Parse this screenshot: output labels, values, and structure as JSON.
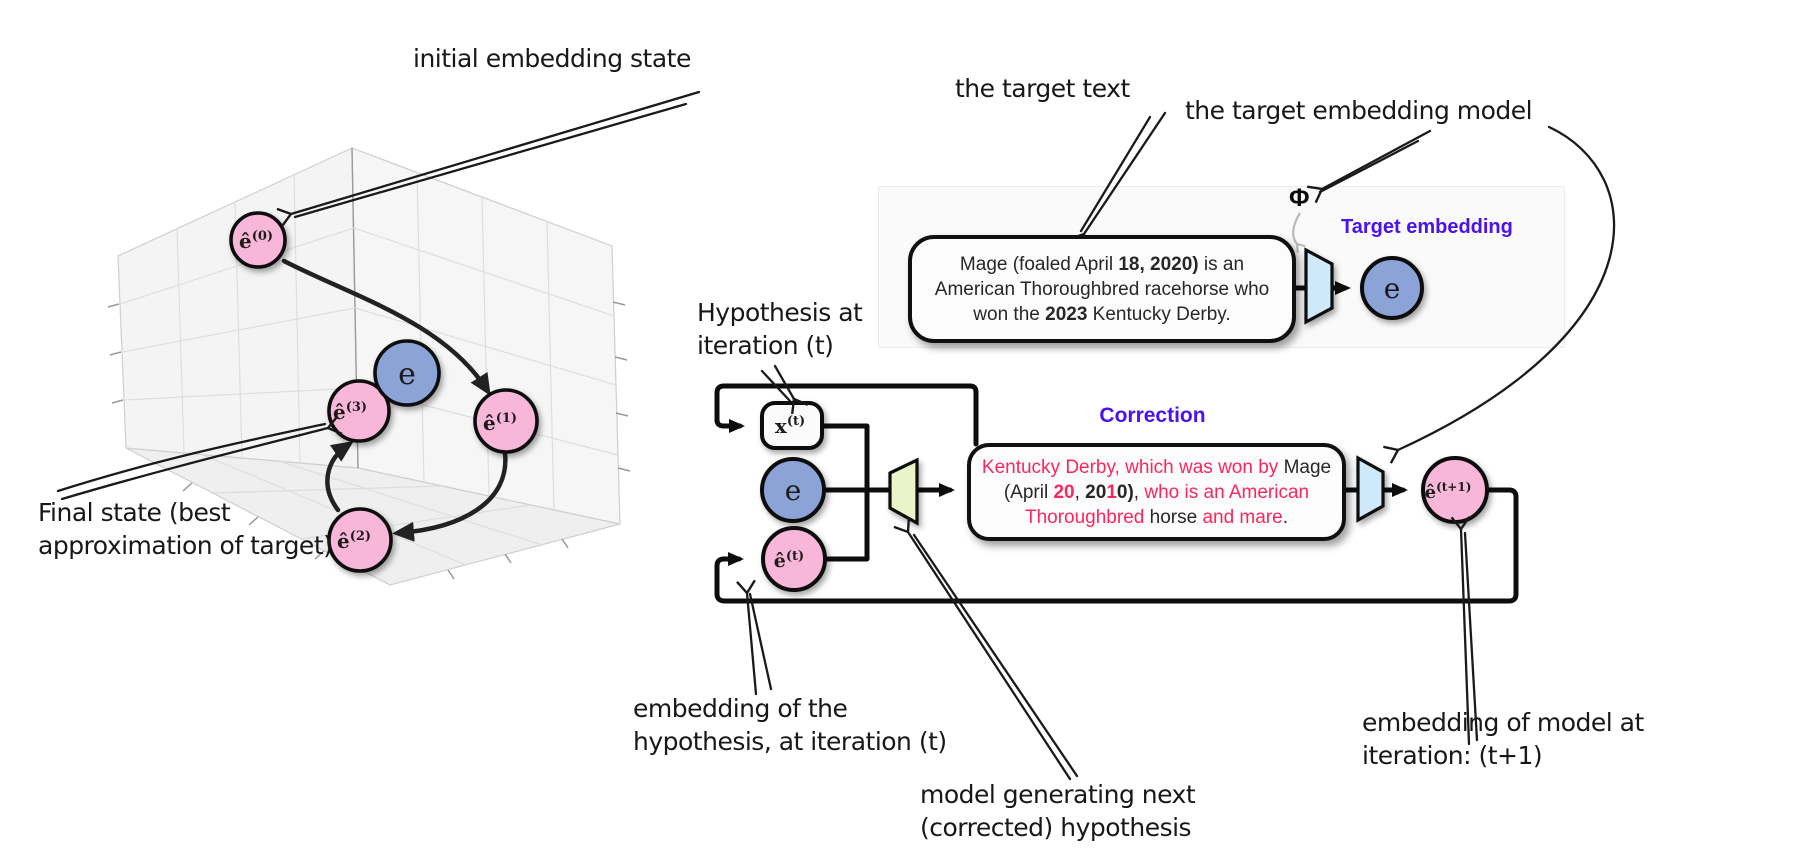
{
  "annotations": {
    "initial_embedding": "initial embedding state",
    "final_state_l1": "Final state (best",
    "final_state_l2": "approximation of target)",
    "target_text": "the target text",
    "target_model": "the target embedding model",
    "hypothesis_l1": "Hypothesis at",
    "hypothesis_l2": "iteration (t)",
    "embed_hyp_l1": "embedding of the",
    "embed_hyp_l2": "hypothesis, at iteration (t)",
    "model_gen_l1": "model generating next",
    "model_gen_l2": "(corrected) hypothesis",
    "embed_model_l1": "embedding of model at",
    "embed_model_l2": "iteration: (t+1)"
  },
  "plot": {
    "nodes": {
      "e0": {
        "label": "ê",
        "sup": "(0)"
      },
      "e": {
        "label": "e",
        "sup": ""
      },
      "e1": {
        "label": "ê",
        "sup": "(1)"
      },
      "e2": {
        "label": "ê",
        "sup": "(2)"
      },
      "e3": {
        "label": "ê",
        "sup": "(3)"
      }
    }
  },
  "target_section": {
    "phi": "Φ",
    "heading": "Target embedding",
    "embedding_symbol": "e",
    "box_lines": [
      [
        {
          "t": "Mage (foaled April ",
          "c": "k"
        },
        {
          "t": "18, 2020)",
          "c": "k",
          "b": true
        },
        {
          "t": " is an",
          "c": "k"
        }
      ],
      [
        {
          "t": "American Thoroughbred racehorse who",
          "c": "k"
        }
      ],
      [
        {
          "t": "won the ",
          "c": "k"
        },
        {
          "t": "2023",
          "c": "k",
          "b": true
        },
        {
          "t": " Kentucky Derby.",
          "c": "k"
        }
      ]
    ]
  },
  "correction_section": {
    "heading": "Correction",
    "x_label": "x",
    "x_sup": "(t)",
    "e_label": "e",
    "ehat_label": "ê",
    "ehat_sup": "(t)",
    "ehat1_label": "ê",
    "ehat1_sup": "(t+1)",
    "box_lines": [
      [
        {
          "t": "Kentucky Derby, which was won by ",
          "c": "p"
        },
        {
          "t": "Mage",
          "c": "k"
        }
      ],
      [
        {
          "t": "(April ",
          "c": "k"
        },
        {
          "t": "20",
          "c": "p",
          "b": true
        },
        {
          "t": ", ",
          "c": "k"
        },
        {
          "t": "20",
          "c": "k",
          "b": true
        },
        {
          "t": "1",
          "c": "p",
          "b": true
        },
        {
          "t": "0)",
          "c": "k",
          "b": true
        },
        {
          "t": ", ",
          "c": "k"
        },
        {
          "t": "who is ",
          "c": "p"
        },
        {
          "t": "an American",
          "c": "p"
        }
      ],
      [
        {
          "t": "Thoroughbred ",
          "c": "p"
        },
        {
          "t": "horse ",
          "c": "k"
        },
        {
          "t": "and mare",
          "c": "p"
        },
        {
          "t": ".",
          "c": "k"
        }
      ]
    ]
  },
  "colors": {
    "accent_purple": "#4a11f1",
    "accent_pink": "#f8285f",
    "node_pink": "#f8b7d8",
    "node_blue": "#8ca3d8",
    "trapezoid_green": "#e9f5c9",
    "trapezoid_blue": "#cfe9fb",
    "flow_line": "#0d0d0d"
  }
}
